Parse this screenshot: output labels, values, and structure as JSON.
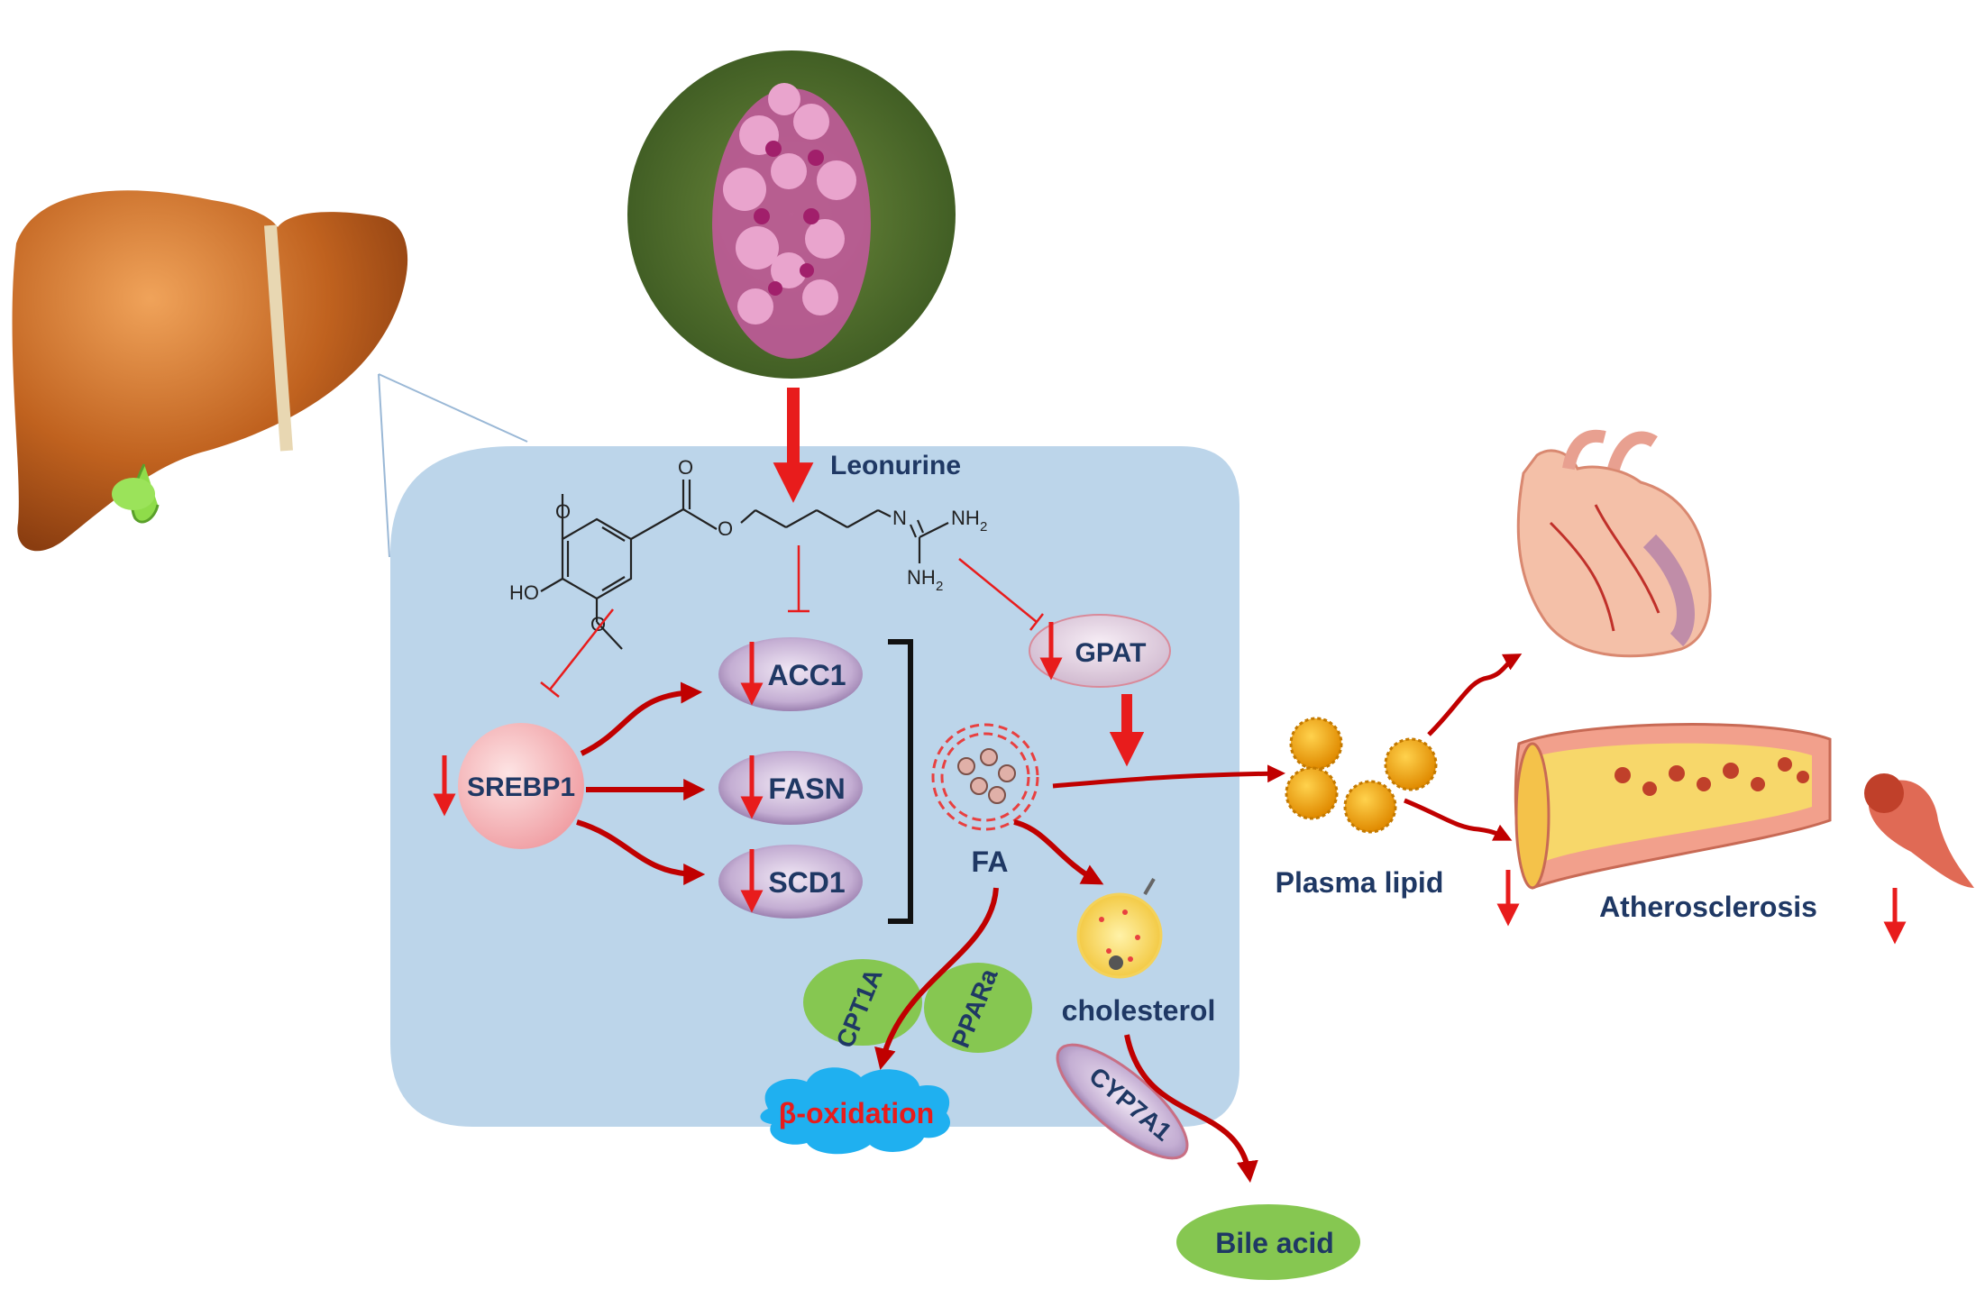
{
  "compound": {
    "name": "Leonurine",
    "atoms": {
      "o_ester": "O",
      "o_carbonyl": "O",
      "n_imine": "N",
      "nh2_top": "NH",
      "nh2_bottom": "NH",
      "sub2": "2",
      "ho": "HO"
    }
  },
  "regulators": {
    "srebp1": "SREBP1",
    "gpat": "GPAT"
  },
  "lipogenic_genes": [
    "ACC1",
    "FASN",
    "SCD1"
  ],
  "metabolites": {
    "fa": "FA",
    "cholesterol": "cholesterol",
    "beta_oxidation": "β-oxidation",
    "bile_acid": "Bile acid"
  },
  "enzymes": {
    "cpt1a": "CPT1A",
    "pparа": "PPARa",
    "cyp7a1": "CYP7A1"
  },
  "outcomes": {
    "plasma_lipid": "Plasma lipid",
    "atherosclerosis": "Atherosclerosis"
  },
  "colors": {
    "cell_fill": "#bcd5ea",
    "arrow_red": "#c00000",
    "bright_red": "#e81c1c",
    "text_navy": "#1f3864",
    "oval_fill": "#b8a3c8",
    "srebp_fill": "#f5b5b8",
    "green_oval": "#86c751",
    "cloud_blue": "#1fb0f0",
    "liver": "#b85a1c"
  }
}
